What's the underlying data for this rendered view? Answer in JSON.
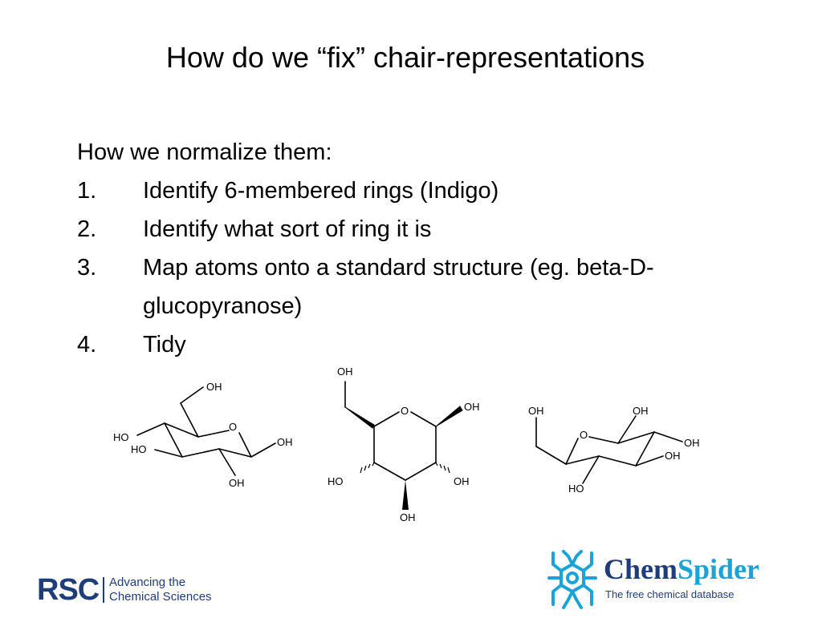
{
  "slide": {
    "title": "How do we “fix” chair-representations",
    "intro": "How we normalize them:",
    "steps": [
      {
        "num": "1.",
        "text": "Identify 6-membered rings (Indigo)"
      },
      {
        "num": "2.",
        "text": "Identify what sort of ring it is"
      },
      {
        "num": "3.",
        "text": "Map atoms onto a standard structure (eg. beta-D-glucopyranose)"
      },
      {
        "num": "4.",
        "text": "Tidy"
      }
    ]
  },
  "molecules": {
    "chair_1": {
      "oh_top": "OH",
      "ring_o": "O",
      "ho_left_1": "HO",
      "ho_left_2": "HO",
      "oh_right": "OH",
      "oh_bottom": "OH"
    },
    "haworth": {
      "oh_top": "OH",
      "ring_o": "O",
      "oh_right": "OH",
      "ho_left": "HO",
      "oh_right_low": "OH",
      "oh_bottom": "OH"
    },
    "chair_2": {
      "oh_left_top": "OH",
      "oh_top": "OH",
      "ring_o": "O",
      "oh_right": "OH",
      "oh_right_low": "OH",
      "ho_bottom": "HO"
    }
  },
  "logos": {
    "rsc": {
      "mark": "RSC",
      "tagline_1": "Advancing the",
      "tagline_2": "Chemical Sciences"
    },
    "chemspider": {
      "name_part_1": "Chem",
      "name_part_2": "Spider",
      "tagline": "The free chemical database"
    }
  },
  "colors": {
    "rsc_blue": "#1f3d7a",
    "chemspider_cyan": "#1aa3d9",
    "chemspider_navy": "#1f3d7a"
  }
}
